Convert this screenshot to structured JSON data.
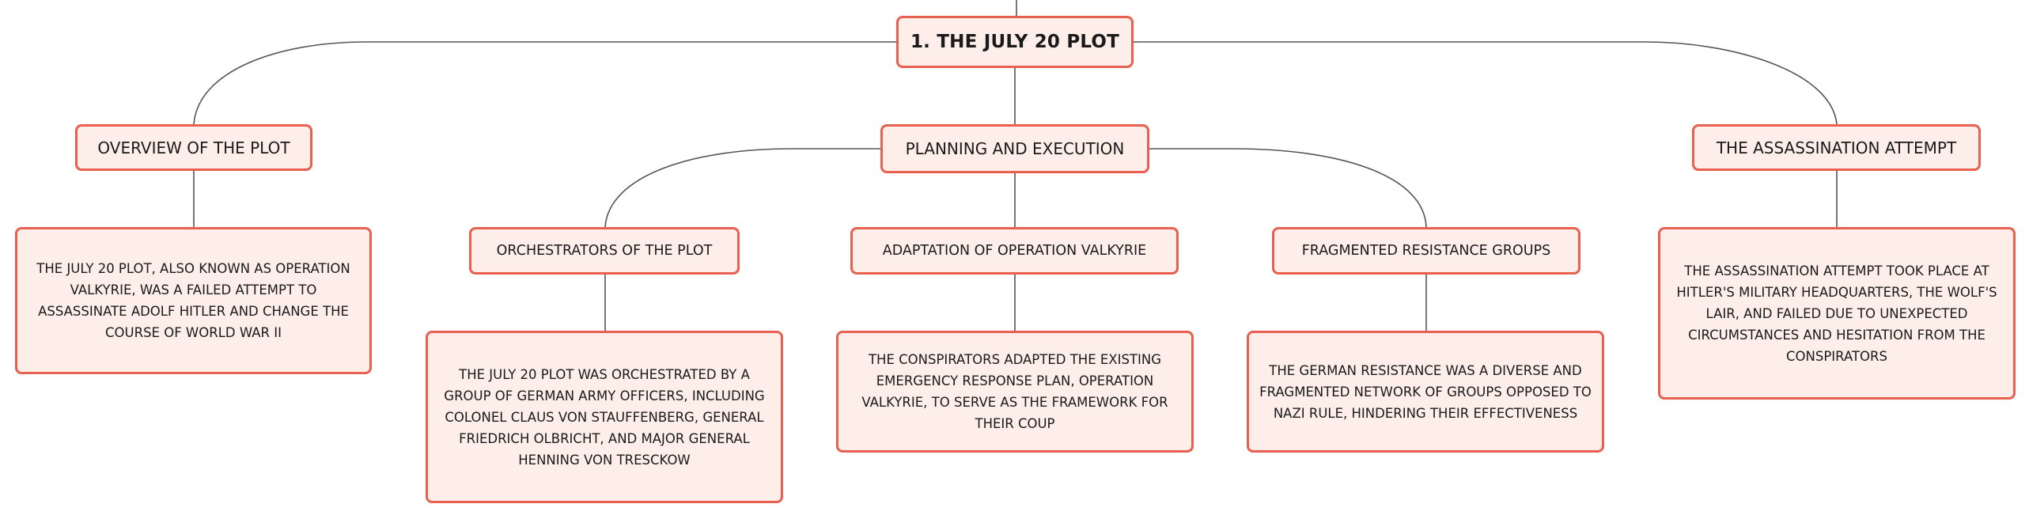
{
  "mindmap": {
    "root": {
      "label": "1. THE JULY 20 PLOT"
    },
    "topics": [
      {
        "label": "OVERVIEW OF THE PLOT",
        "detail": "THE JULY 20 PLOT, ALSO KNOWN AS OPERATION VALKYRIE, WAS A FAILED ATTEMPT TO ASSASSINATE ADOLF HITLER AND CHANGE THE COURSE OF WORLD WAR II"
      },
      {
        "label": "PLANNING AND EXECUTION",
        "subtopics": [
          {
            "label": "ORCHESTRATORS OF THE PLOT",
            "detail": "THE JULY 20 PLOT WAS ORCHESTRATED BY A GROUP OF GERMAN ARMY OFFICERS, INCLUDING COLONEL CLAUS VON STAUFFENBERG, GENERAL FRIEDRICH OLBRICHT, AND MAJOR GENERAL HENNING VON TRESCKOW"
          },
          {
            "label": "ADAPTATION OF OPERATION VALKYRIE",
            "detail": "THE CONSPIRATORS ADAPTED THE EXISTING EMERGENCY RESPONSE PLAN, OPERATION VALKYRIE, TO SERVE AS THE FRAMEWORK FOR THEIR COUP"
          },
          {
            "label": "FRAGMENTED RESISTANCE GROUPS",
            "detail": "THE GERMAN RESISTANCE WAS A DIVERSE AND FRAGMENTED NETWORK OF GROUPS OPPOSED TO NAZI RULE, HINDERING THEIR EFFECTIVENESS"
          }
        ]
      },
      {
        "label": "THE ASSASSINATION ATTEMPT",
        "detail": "THE ASSASSINATION ATTEMPT TOOK PLACE AT HITLER'S MILITARY HEADQUARTERS, THE WOLF'S LAIR, AND FAILED DUE TO UNEXPECTED CIRCUMSTANCES AND HESITATION FROM THE CONSPIRATORS"
      }
    ],
    "colors": {
      "node_fill": "#fdeeea",
      "node_border": "#e8604f",
      "connector": "#555555",
      "text": "#1a1a1a"
    }
  }
}
